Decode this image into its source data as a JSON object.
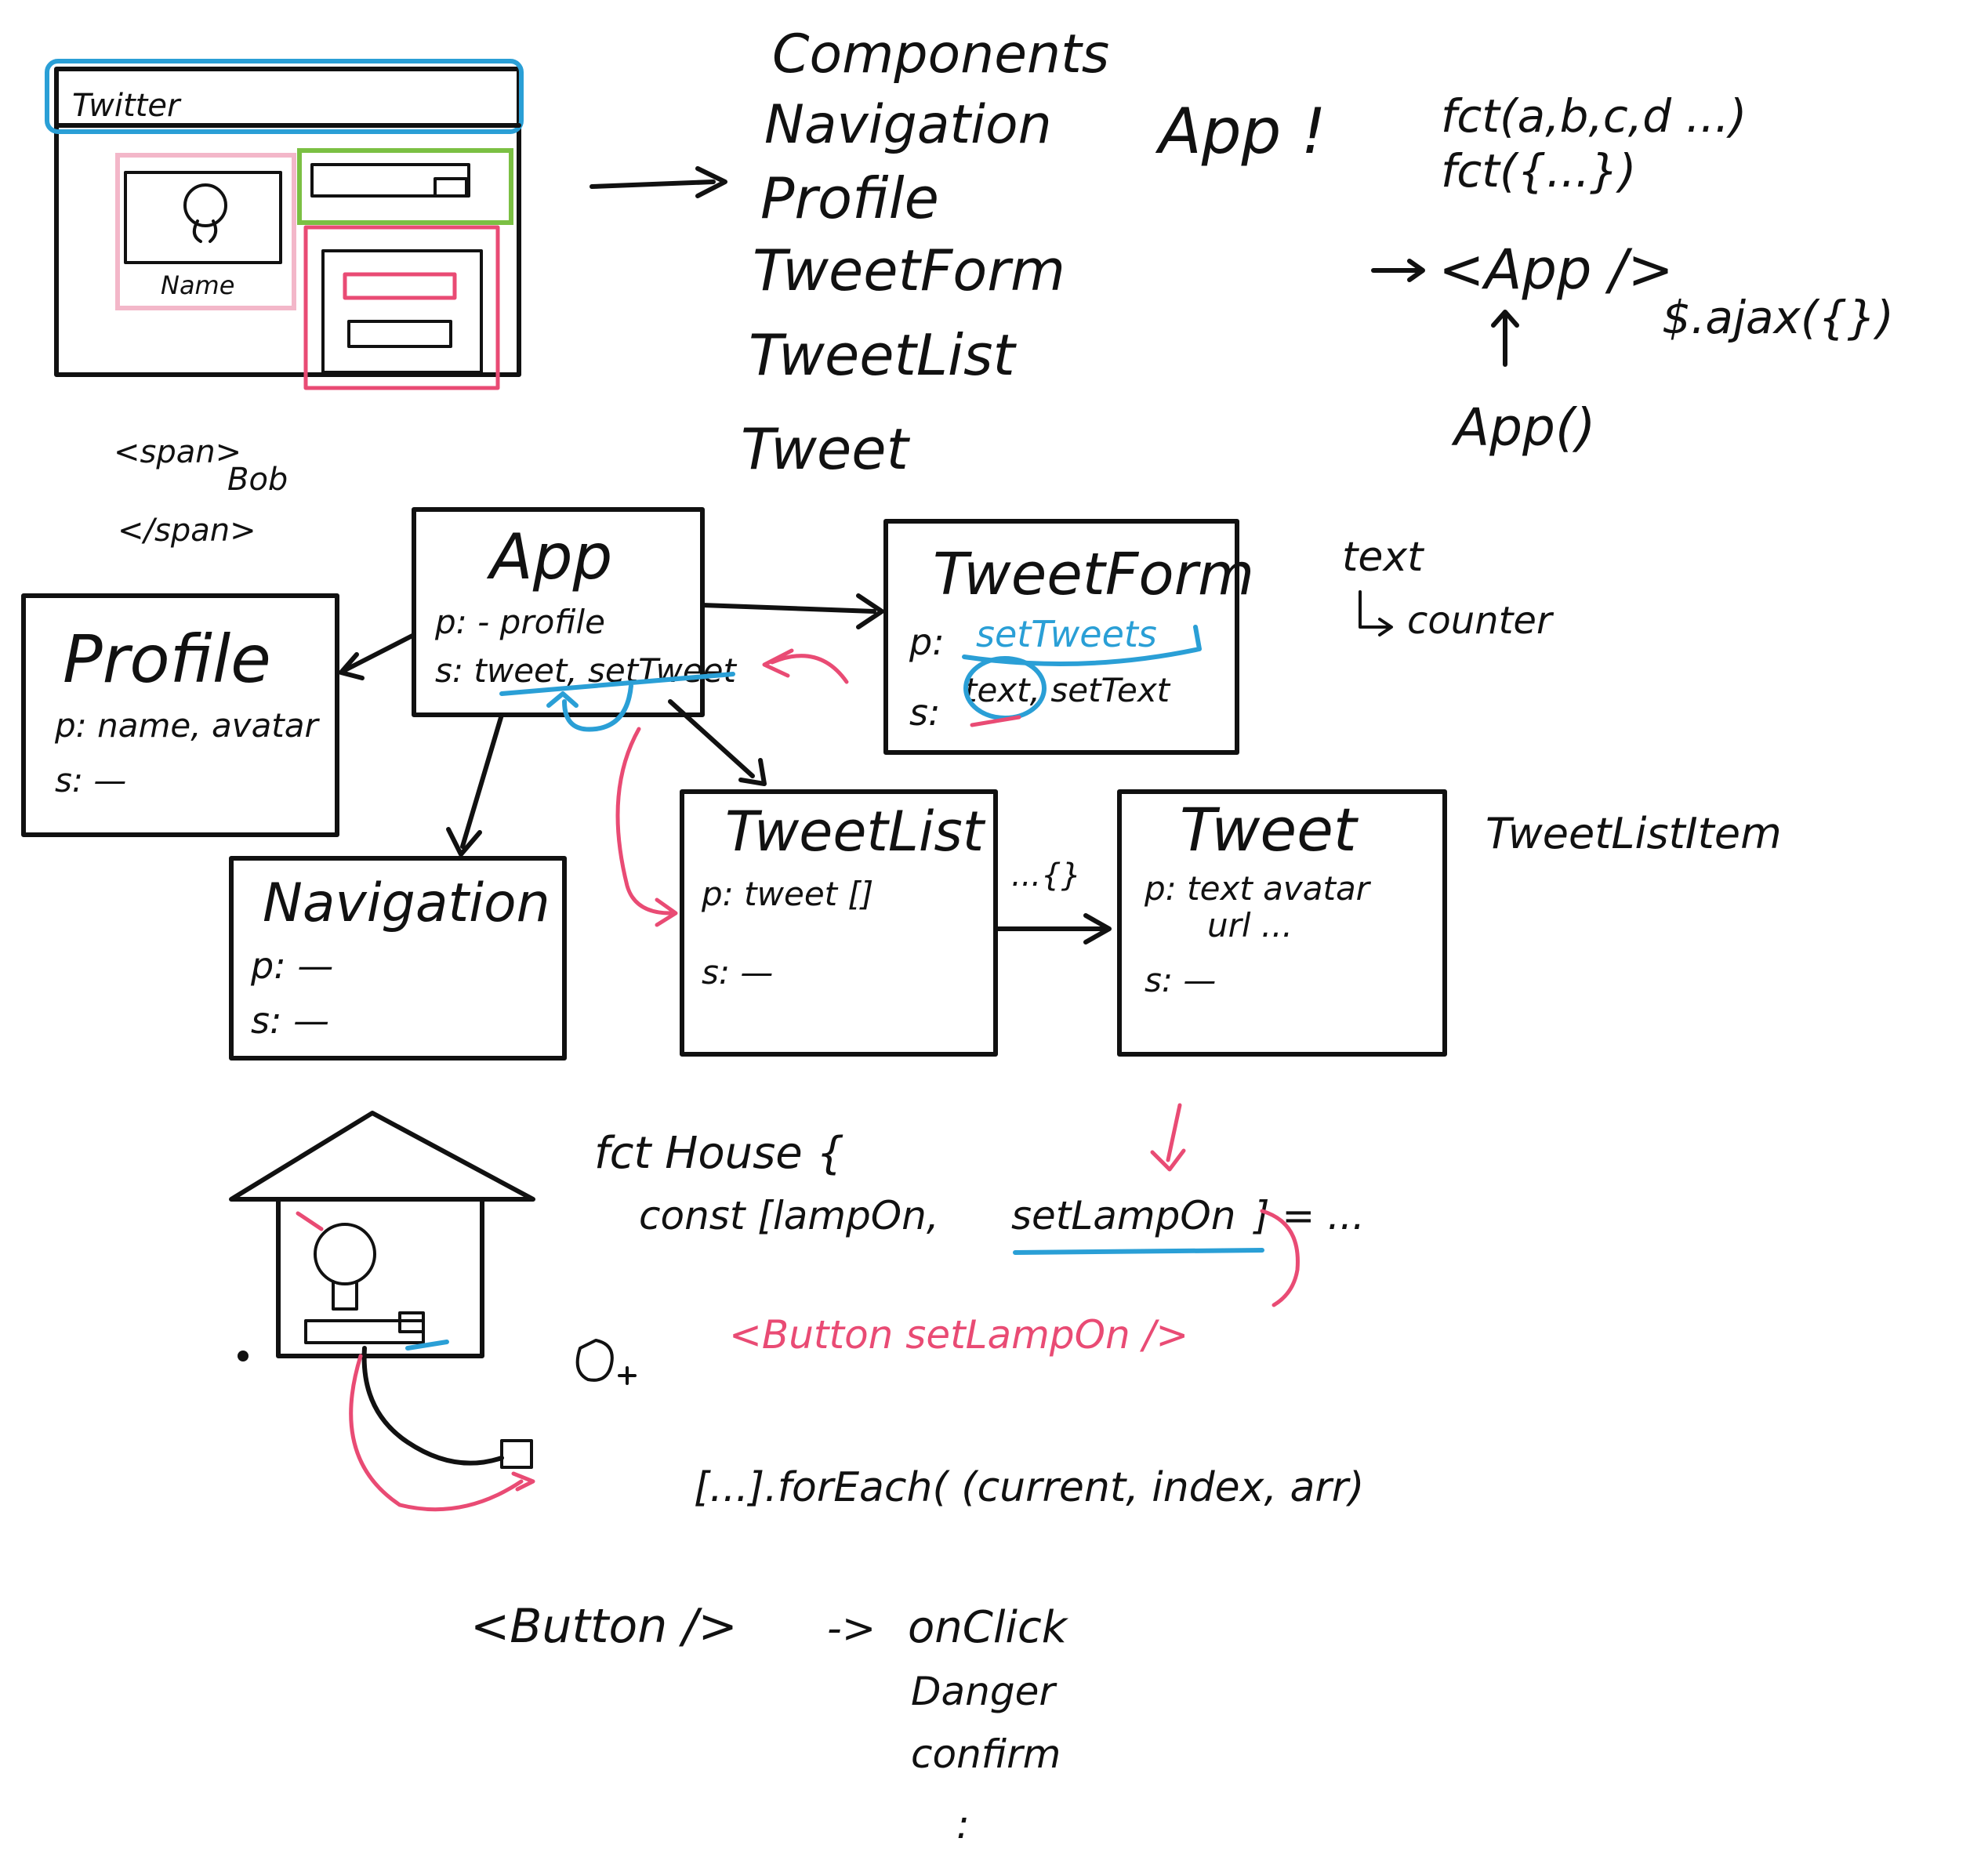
{
  "mockup": {
    "title": "Twitter",
    "profile_name": "Name"
  },
  "components_list": {
    "heading": "Components",
    "items": [
      "Navigation",
      "Profile",
      "TweetForm",
      "TweetList",
      "Tweet"
    ]
  },
  "app_notes": {
    "app": "App !",
    "fct1": "fct(a,b,c,d ...)",
    "fct2": "fct({...})",
    "app_tag": "<App />",
    "ajax": "$.ajax({})",
    "app_call": "App()"
  },
  "span_example": {
    "open": "<span>",
    "content": "Bob",
    "close": "</span>"
  },
  "text_note": {
    "line1": "text",
    "line2": "counter"
  },
  "tweet_list_item": "TweetListItem",
  "boxes": {
    "app": {
      "title": "App",
      "props": "p: - profile",
      "state": "s: tweet, setTweet"
    },
    "profile": {
      "title": "Profile",
      "props": "p: name, avatar",
      "state": "s: —"
    },
    "tweetform": {
      "title": "TweetForm",
      "props_label": "p:",
      "props_value": "setTweets",
      "state_label": "s:",
      "state_value": "text, setText"
    },
    "navigation": {
      "title": "Navigation",
      "props": "p: —",
      "state": "s: —"
    },
    "tweetlist": {
      "title": "TweetList",
      "props": "p: tweet []",
      "state": "s: —"
    },
    "tweet": {
      "title": "Tweet",
      "props1": "p: text avatar",
      "props2": "url ...",
      "state": "s: —"
    }
  },
  "map_label": "...{}",
  "house_code": {
    "line1": "fct House {",
    "line2_a": "const [lampOn, ",
    "line2_b": "setLampOn",
    "line2_c": "] = ...",
    "button": "<Button setLampOn />"
  },
  "foreach": "[...].forEach( (current, index, arr)",
  "button_props": {
    "tag": "<Button />",
    "arrow": "->",
    "items": [
      "onClick",
      "Danger",
      "confirm",
      ":"
    ]
  },
  "colors": {
    "ink": "#111111",
    "blue": "#2a9fd6",
    "red": "#e94b74",
    "pink": "#f3b7c9",
    "green": "#7bc043"
  }
}
